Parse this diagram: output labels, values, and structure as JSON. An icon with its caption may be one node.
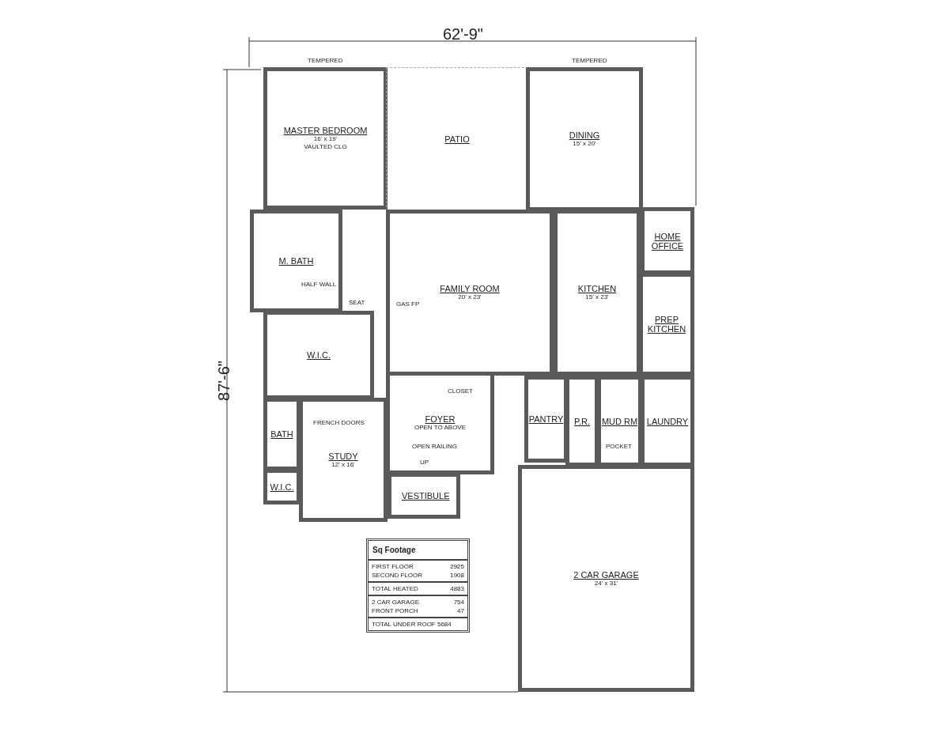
{
  "diagram": {
    "nodes": [
      {
        "text": [
          "MASTER BEDROOM",
          "16' x 19'",
          "VAULTED CLG"
        ]
      },
      {
        "text": [
          "PATIO"
        ]
      },
      {
        "text": [
          "DINING",
          "15' x 20'"
        ]
      },
      {
        "text": [
          "M. BATH"
        ]
      },
      {
        "text": [
          "HOME OFFICE"
        ]
      },
      {
        "text": [
          "FAMILY ROOM",
          "20' x 23'"
        ]
      },
      {
        "text": [
          "KITCHEN",
          "15' x 23'"
        ]
      },
      {
        "text": [
          "PREP KITCHEN"
        ]
      },
      {
        "text": [
          "W.I.C."
        ]
      },
      {
        "text": [
          "FOYER",
          "OPEN TO ABOVE"
        ]
      },
      {
        "text": [
          "PANTRY"
        ]
      },
      {
        "text": [
          "P.R."
        ]
      },
      {
        "text": [
          "MUD RM"
        ]
      },
      {
        "text": [
          "LAUNDRY"
        ]
      },
      {
        "text": [
          "STUDY",
          "12' x 16'"
        ]
      },
      {
        "text": [
          "BATH"
        ]
      },
      {
        "text": [
          "W.I.C."
        ]
      },
      {
        "text": [
          "VESTIBULE"
        ]
      },
      {
        "text": [
          "2 CAR GARAGE",
          "24' x 31'"
        ]
      }
    ],
    "edges": [],
    "labels": [
      "62'-9\"",
      "87'-6\"",
      "TEMPERED",
      "TEMPERED",
      "HALF WALL",
      "SEAT",
      "GAS FP",
      "CLOSET",
      "FRENCH DOORS",
      "OPEN RAILING",
      "UP",
      "POCKET",
      "Sq Footage",
      "FIRST FLOOR",
      "2925",
      "SECOND FLOOR",
      "1908",
      "TOTAL HEATED",
      "4883",
      "2 CAR GARAGE",
      "754",
      "FRONT PORCH",
      "47",
      "TOTAL UNDER ROOF 5684"
    ]
  }
}
